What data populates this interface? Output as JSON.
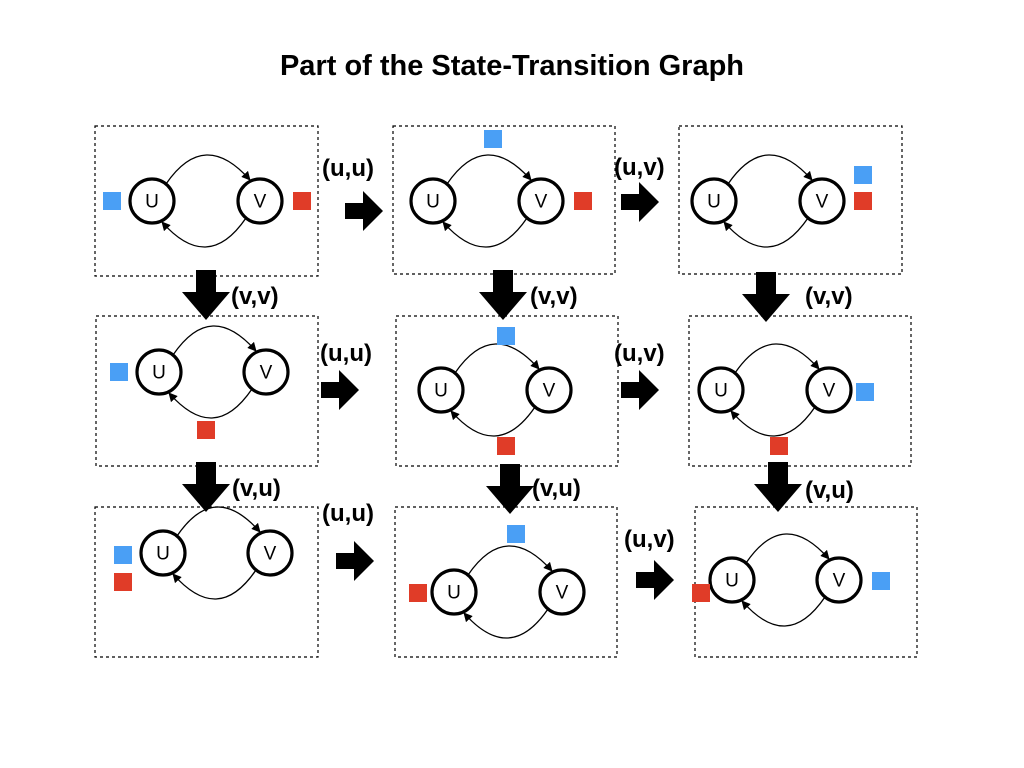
{
  "title": "Part of the State-Transition Graph",
  "colors": {
    "token_u": "#4a9ff5",
    "token_v": "#e03c28",
    "ink": "#000000"
  },
  "node_labels": {
    "u": "U",
    "v": "V"
  },
  "states": [
    {
      "id": "r1c1",
      "u_token_side": "left",
      "v_token_side": "right"
    },
    {
      "id": "r1c2",
      "u_token_side": "top",
      "v_token_side": "right"
    },
    {
      "id": "r1c3",
      "u_token_side": "right-top",
      "v_token_side": "right-bottom"
    },
    {
      "id": "r2c1",
      "u_token_side": "left",
      "v_token_side": "bottom"
    },
    {
      "id": "r2c2",
      "u_token_side": "top",
      "v_token_side": "bottom"
    },
    {
      "id": "r2c3",
      "u_token_side": "right",
      "v_token_side": "bottom"
    },
    {
      "id": "r3c1",
      "u_token_side": "left-top",
      "v_token_side": "left-bottom"
    },
    {
      "id": "r3c2",
      "u_token_side": "top",
      "v_token_side": "left"
    },
    {
      "id": "r3c3",
      "u_token_side": "right",
      "v_token_side": "left"
    }
  ],
  "transitions": [
    {
      "from": "r1c1",
      "to": "r1c2",
      "label": "(u,u)"
    },
    {
      "from": "r1c2",
      "to": "r1c3",
      "label": "(u,v)"
    },
    {
      "from": "r2c1",
      "to": "r2c2",
      "label": "(u,u)"
    },
    {
      "from": "r2c2",
      "to": "r2c3",
      "label": "(u,v)"
    },
    {
      "from": "r3c1",
      "to": "r3c2",
      "label": "(u,u)"
    },
    {
      "from": "r3c2",
      "to": "r3c3",
      "label": "(u,v)"
    },
    {
      "from": "r1c1",
      "to": "r2c1",
      "label": "(v,v)"
    },
    {
      "from": "r1c2",
      "to": "r2c2",
      "label": "(v,v)"
    },
    {
      "from": "r1c3",
      "to": "r2c3",
      "label": "(v,v)"
    },
    {
      "from": "r2c1",
      "to": "r3c1",
      "label": "(v,u)"
    },
    {
      "from": "r2c2",
      "to": "r3c2",
      "label": "(v,u)"
    },
    {
      "from": "r2c3",
      "to": "r3c3",
      "label": "(v,u)"
    }
  ]
}
